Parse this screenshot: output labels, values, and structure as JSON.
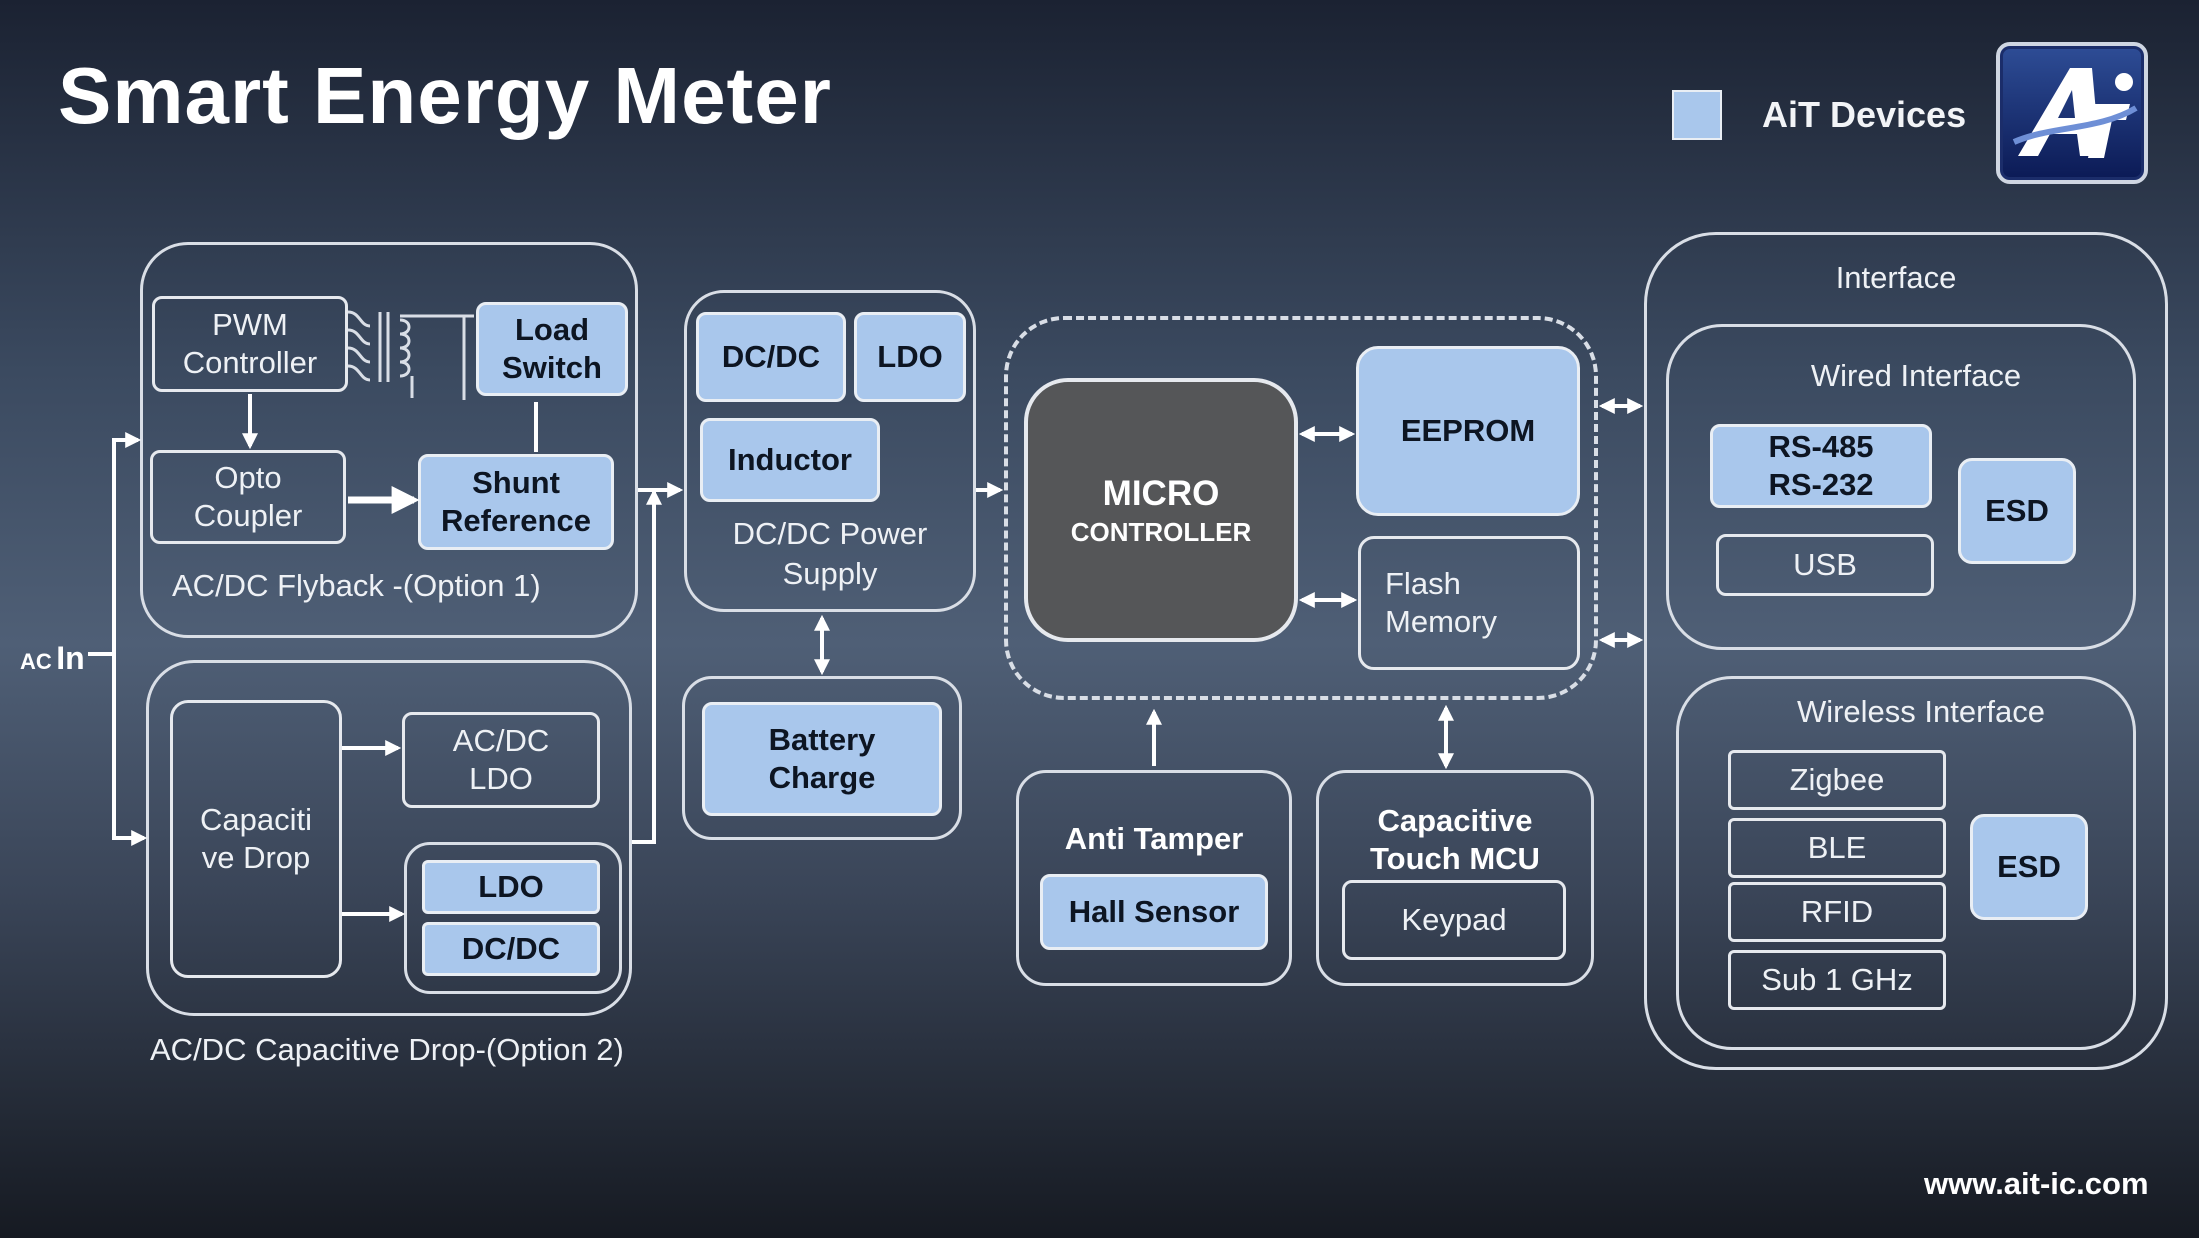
{
  "title": "Smart Energy Meter",
  "legend": {
    "label": "AiT Devices",
    "color": "#a9c7ec"
  },
  "logo": {
    "icon": "ait-logo-icon"
  },
  "website": "www.ait-ic.com",
  "ac_input": {
    "prefix": "AC",
    "suffix": "In"
  },
  "flyback": {
    "label": "AC/DC Flyback -(Option 1)",
    "pwm_controller": "PWM\nController",
    "load_switch": "Load\nSwitch",
    "opto_coupler": "Opto\nCoupler",
    "shunt_reference": "Shunt\nReference"
  },
  "capacitive": {
    "label": "AC/DC Capacitive Drop-(Option 2)",
    "capacitive_drop": "Capaciti\nve Drop",
    "acdc_ldo": "AC/DC\nLDO",
    "ldo": "LDO",
    "dcdc": "DC/DC"
  },
  "power_supply": {
    "label": "DC/DC Power\nSupply",
    "dcdc": "DC/DC",
    "ldo": "LDO",
    "inductor": "Inductor"
  },
  "battery": {
    "label": "Battery\nCharge"
  },
  "controller": {
    "micro": "MICRO",
    "controller": "CONTROLLER",
    "eeprom": "EEPROM",
    "flash": "Flash\nMemory"
  },
  "anti_tamper": {
    "title": "Anti Tamper",
    "hall_sensor": "Hall Sensor"
  },
  "touch": {
    "title": "Capacitive\nTouch MCU",
    "keypad": "Keypad"
  },
  "interface": {
    "title": "Interface",
    "wired": {
      "title": "Wired Interface",
      "rs": "RS-485\nRS-232",
      "usb": "USB",
      "esd": "ESD"
    },
    "wireless": {
      "title": "Wireless Interface",
      "zigbee": "Zigbee",
      "ble": "BLE",
      "rfid": "RFID",
      "sub1ghz": "Sub 1 GHz",
      "esd": "ESD"
    }
  }
}
